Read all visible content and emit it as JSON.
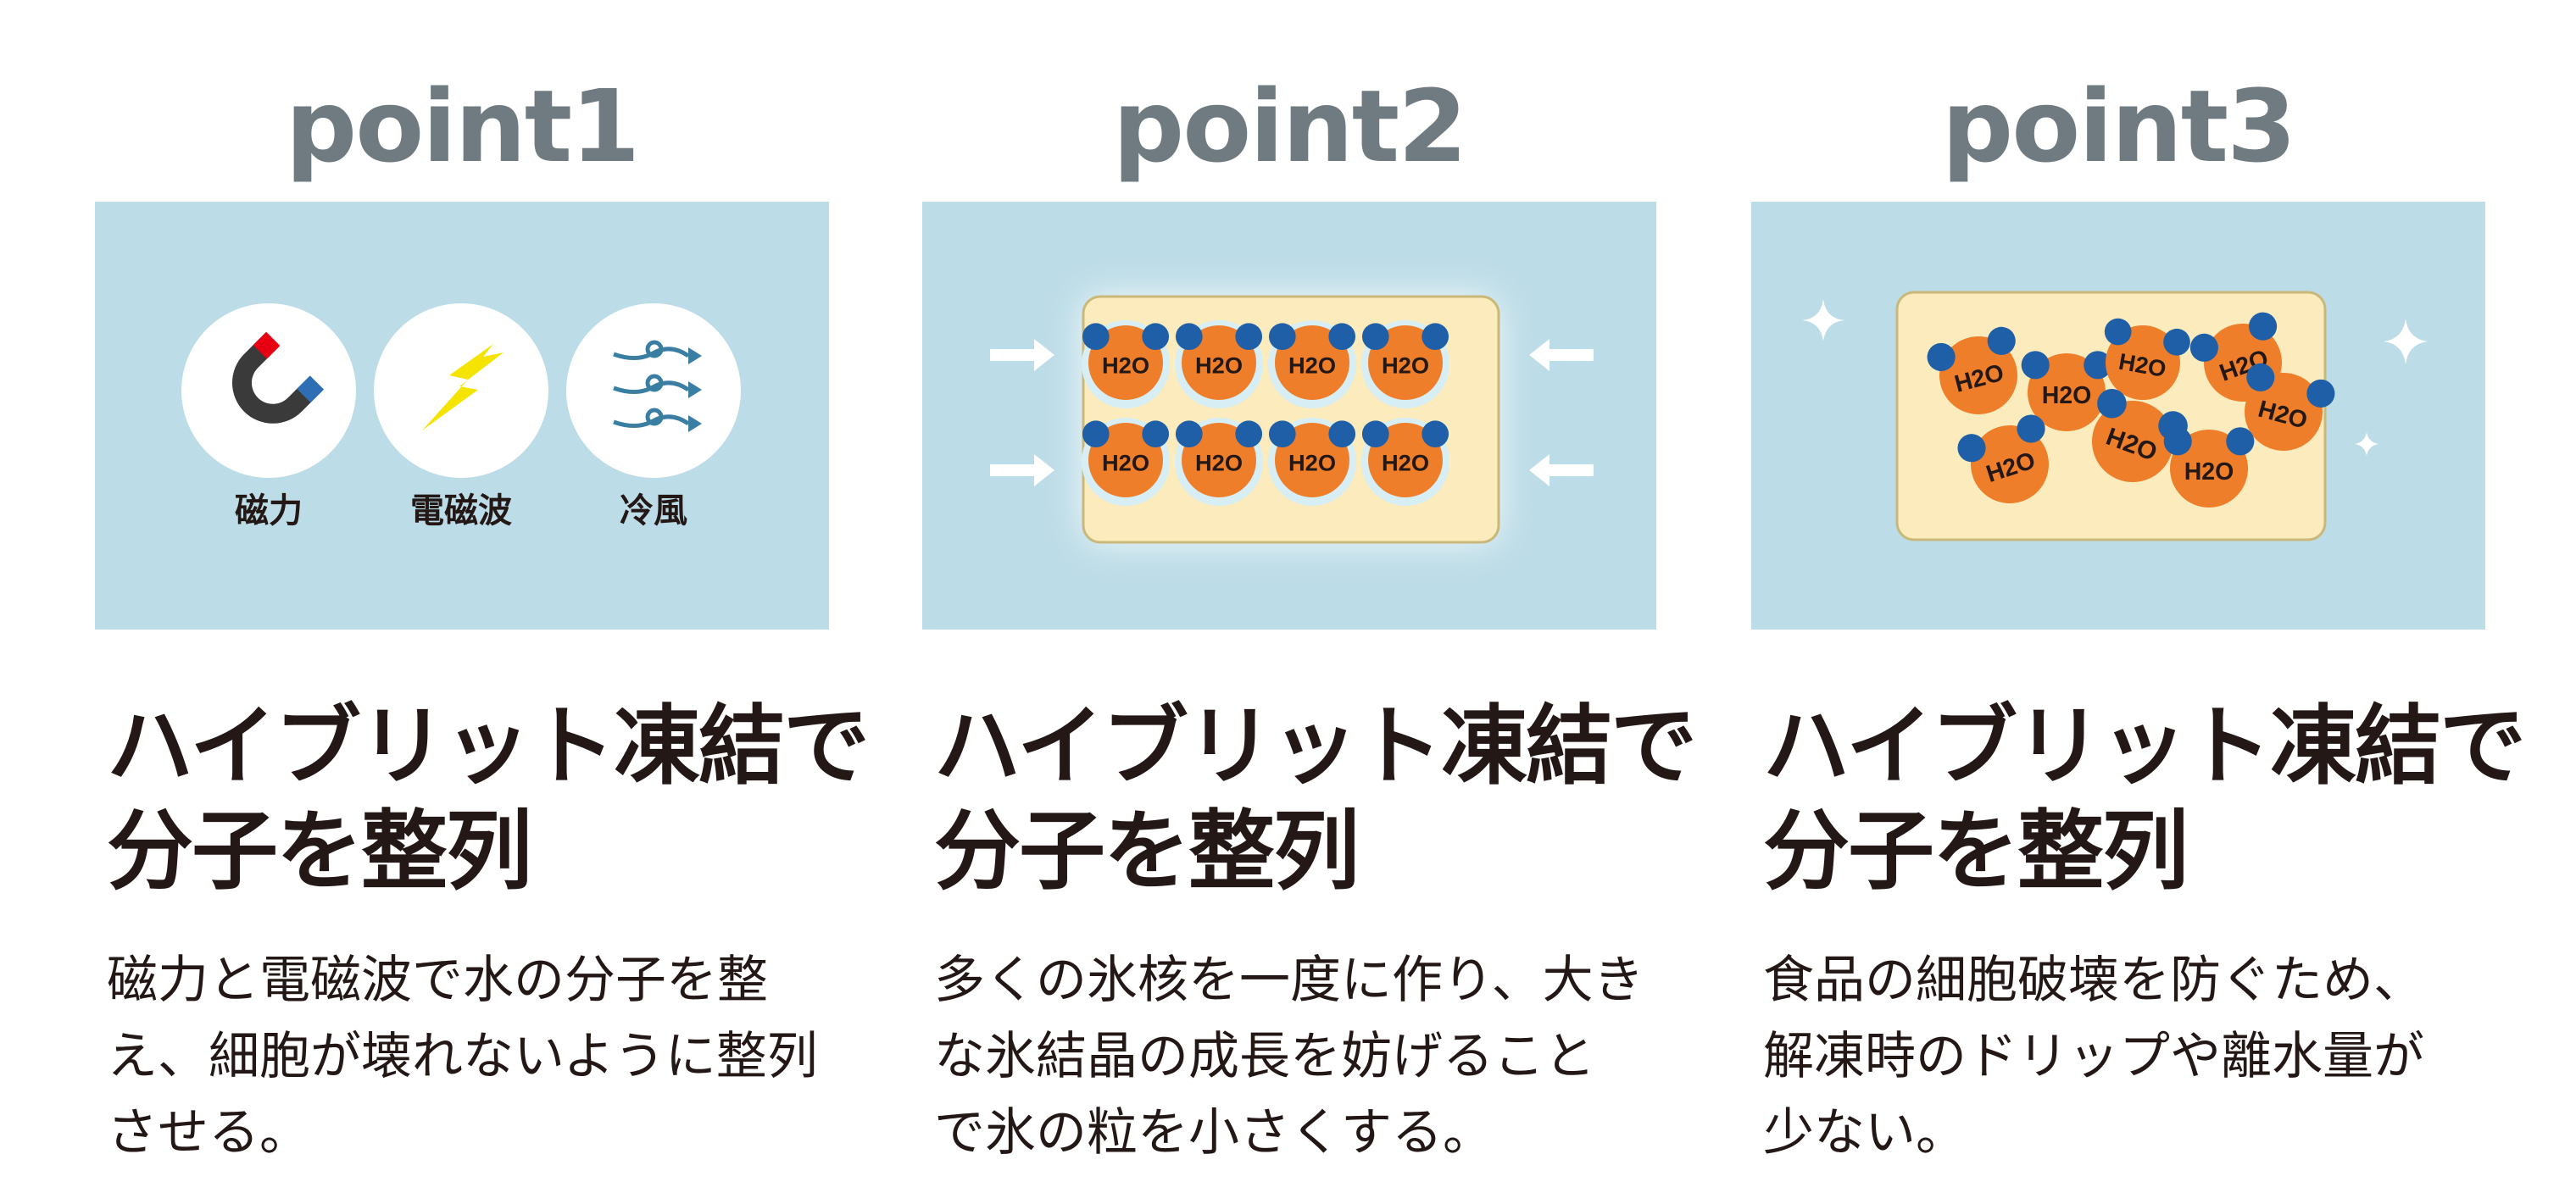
{
  "points": [
    {
      "title": "point1",
      "heading_lines": [
        "ハイブリット凍結で",
        "分子を整列"
      ],
      "desc_lines": [
        "磁力と電磁波で水の分子を整",
        "え、細胞が壊れないように整列",
        "させる。"
      ],
      "icons": [
        {
          "icon": "magnet-icon",
          "label": "磁力"
        },
        {
          "icon": "lightning-icon",
          "label": "電磁波"
        },
        {
          "icon": "wind-icon",
          "label": "冷風"
        }
      ]
    },
    {
      "title": "point2",
      "heading_lines": [
        "ハイブリット凍結で",
        "分子を整列"
      ],
      "desc_lines": [
        "多くの氷核を一度に作り、大き",
        "な氷結晶の成長を妨げること",
        "で氷の粒を小さくする。"
      ],
      "molecule_label": "H2O"
    },
    {
      "title": "point3",
      "heading_lines": [
        "ハイブリット凍結で",
        "分子を整列"
      ],
      "desc_lines": [
        "食品の細胞破壊を防ぐため、",
        "解凍時のドリップや離水量が",
        "少ない。"
      ],
      "molecule_label": "H2O"
    }
  ],
  "colors": {
    "panel_bg": "#bcdce7",
    "title_gray": "#6f7b80",
    "molecule_orange": "#ee7e2a",
    "hydrogen_blue": "#1f5fa7",
    "food_box": "#fbebbd"
  }
}
